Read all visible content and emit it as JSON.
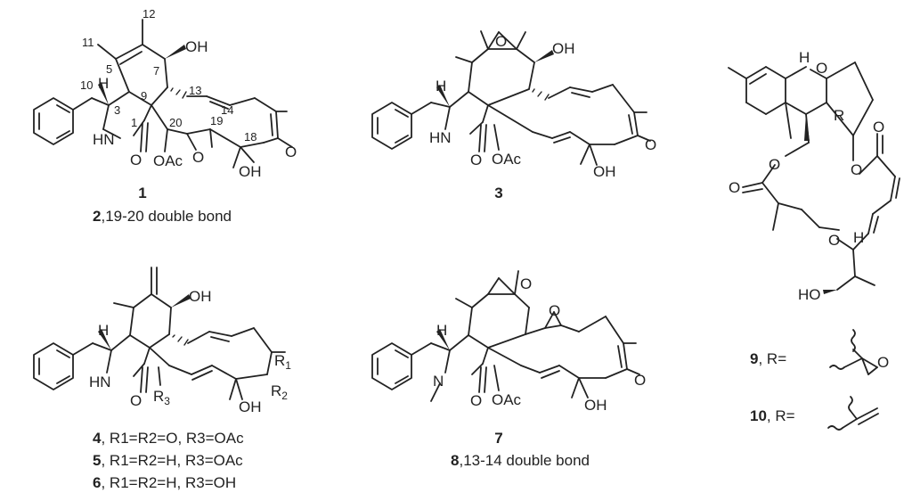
{
  "compounds": {
    "c1": {
      "label": "1"
    },
    "c2": {
      "label": "2",
      "note": ",19-20 double bond"
    },
    "c3": {
      "label": "3"
    },
    "c4": {
      "label": "4",
      "note": ", R1=R2=O, R3=OAc"
    },
    "c5": {
      "label": "5",
      "note": ", R1=R2=H, R3=OAc"
    },
    "c6": {
      "label": "6",
      "note": ", R1=R2=H, R3=OH"
    },
    "c7": {
      "label": "7"
    },
    "c8": {
      "label": "8",
      "note": ",13-14 double bond"
    },
    "c9": {
      "label": "9",
      "note": ", R="
    },
    "c10": {
      "label": "10",
      "note": ", R="
    }
  },
  "atoms": {
    "oh": "OH",
    "o": "O",
    "hn": "HN",
    "n": "N",
    "h": "H",
    "oac": "OAc",
    "ho": "HO",
    "r": "R",
    "r1": "R1",
    "r2": "R2",
    "r3": "R3"
  },
  "numbering": [
    "12",
    "11",
    "5",
    "7",
    "10",
    "9",
    "13",
    "3",
    "1",
    "20",
    "19",
    "14",
    "18"
  ]
}
